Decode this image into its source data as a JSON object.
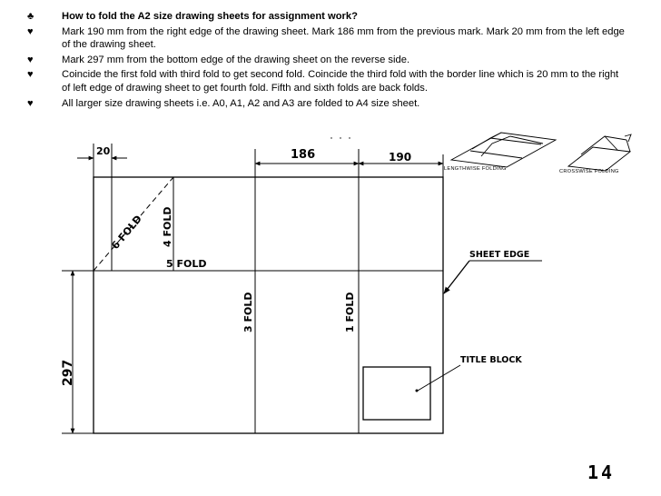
{
  "bullets": [
    {
      "symbol": "♣",
      "text": "How to fold the A2 size drawing sheets for assignment work?",
      "bold": true
    },
    {
      "symbol": "♥",
      "text": "Mark 190 mm from the right edge of the drawing sheet. Mark 186 mm from the previous mark. Mark 20 mm from the left edge of the drawing sheet.",
      "bold": false
    },
    {
      "symbol": "♥",
      "text": "Mark 297 mm from the bottom edge of the drawing sheet on the reverse side.",
      "bold": false
    },
    {
      "symbol": "♥",
      "text": "Coincide the first fold with third fold to get second fold. Coincide the third fold with the border line which is 20 mm to the right of left edge of drawing sheet to get fourth fold. Fifth and sixth folds are back folds.",
      "bold": false
    },
    {
      "symbol": "♥",
      "text": "All larger size drawing sheets i.e. A0, A1, A2 and A3 are folded to A4 size sheet.",
      "bold": false
    }
  ],
  "drawing": {
    "dim_20": "20",
    "dim_186": "186",
    "dim_190": "190",
    "dim_297": "297",
    "fold_1": "1 FOLD",
    "fold_3": "3 FOLD",
    "fold_4": "4 FOLD",
    "fold_5": "5 FOLD",
    "fold_6": "6 FOLD",
    "sheet_edge": "SHEET EDGE",
    "title_block": "TITLE BLOCK",
    "lengthwise": "LENGTHWISE FOLDING",
    "crosswise": "CROSSWISE FOLDING"
  },
  "page_number": "14"
}
